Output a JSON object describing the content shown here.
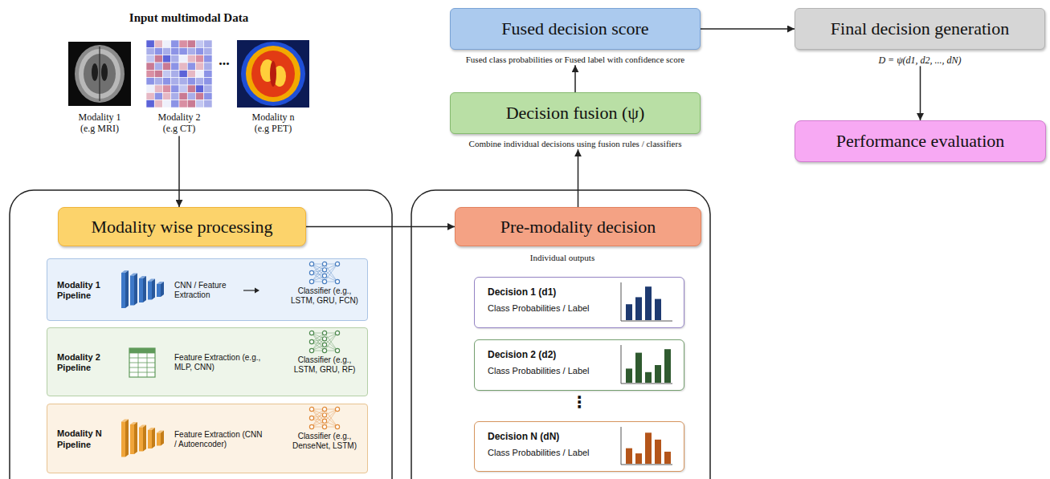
{
  "diagram": {
    "nodes": [
      {
        "text": [
          "Input multimodal Data"
        ]
      },
      {
        "text": [
          "Modality 1 (e.g MRI)"
        ],
        "in": 0
      },
      {
        "text": [
          "Modality 2 (e.g CT)"
        ],
        "in": 0
      },
      {
        "text": [
          "Modality n (e.g PET)"
        ],
        "in": 0
      },
      {
        "text": [
          "Modality wise processing"
        ]
      },
      {
        "text": [
          "Modality 1 Pipeline",
          "CNN / Feature Extraction",
          "Classifier (e.g., LSTM, GRU, FCN)"
        ]
      },
      {
        "text": [
          "Modality 2 Pipeline",
          "Feature Extraction (e.g., MLP, CNN)",
          "Classifier (e.g., LSTM, GRU, RF)"
        ]
      },
      {
        "text": [
          "Modality N Pipeline",
          "Feature Extraction (CNN / Autoencoder)",
          "Classifier (e.g., DenseNet, LSTM)"
        ]
      },
      {
        "text": [
          "Pre-modality decision"
        ]
      },
      {
        "text": [
          "Decision 1 (d1)",
          "Class Probabilities / Label"
        ]
      },
      {
        "text": [
          "Decision 2 (d2)",
          "Class Probabilities / Label"
        ]
      },
      {
        "text": [
          "Decision N (dN)",
          "Class Probabilities / Label"
        ]
      },
      {
        "text": [
          "Decision fusion (ψ)",
          "Combine individual decisions using fusion rules / classifiers"
        ]
      },
      {
        "text": [
          "Fused decision score",
          "Fused class probabilities or Fused label with confidence score"
        ]
      },
      {
        "text": [
          "Final decision generation",
          "D = ψ(d1, d2, ..., dN)"
        ]
      },
      {
        "text": [
          "Performance evaluation"
        ]
      }
    ],
    "edges": [
      {
        "from": 2,
        "to": 4,
        "arrow": "to"
      },
      {
        "from": 4,
        "to": 8,
        "arrow": "to"
      },
      {
        "from": 8,
        "to": 12,
        "arrow": "to"
      },
      {
        "from": 12,
        "to": 13,
        "arrow": "to"
      },
      {
        "from": 13,
        "to": 14,
        "arrow": "to"
      },
      {
        "from": 14,
        "to": 15,
        "arrow": "to"
      }
    ],
    "labels": [
      "...",
      "Individual outputs",
      "⋮"
    ]
  }
}
